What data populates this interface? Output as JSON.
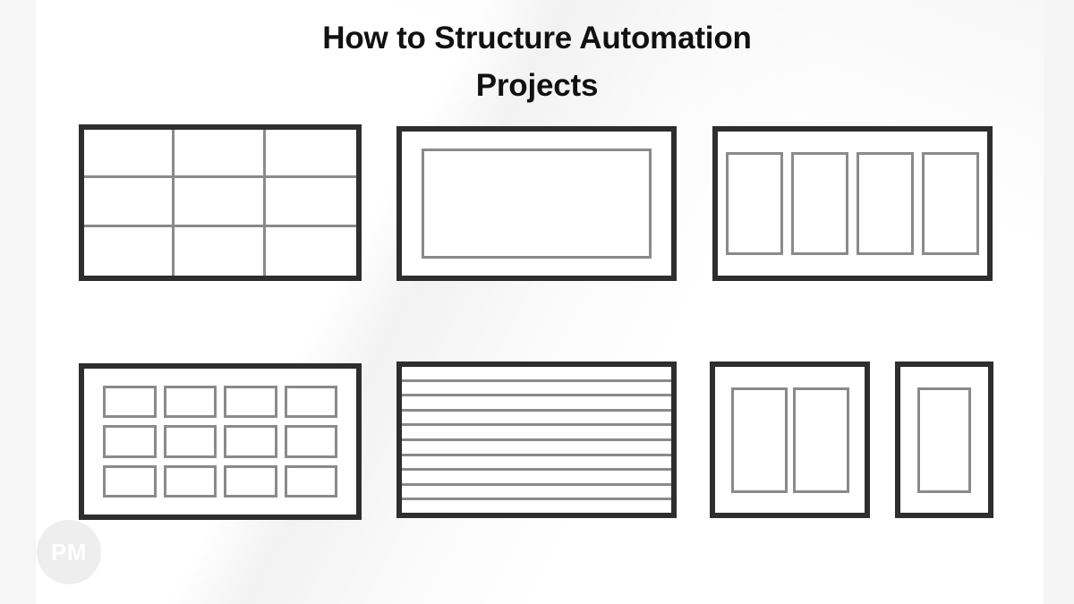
{
  "slide": {
    "title": "How to Structure Automation\nProjects",
    "background_color": "#ffffff",
    "edge_band_color": "#f6f6f6",
    "frame_border_color": "#2e2e2e",
    "inner_line_color": "#8a8a8a"
  },
  "watermark": {
    "label": "PM",
    "circle_color": "#eeeeee",
    "text_color": "#ffffff"
  },
  "layouts": [
    {
      "id": "grid-3x3",
      "name": "three-by-three-grid",
      "rows": 3,
      "columns": 3,
      "cells": 9,
      "style": "continuous-grid"
    },
    {
      "id": "single-panel",
      "name": "single-inset-panel",
      "rows": 1,
      "columns": 1,
      "cells": 1,
      "style": "inset-rectangle"
    },
    {
      "id": "columns-4",
      "name": "four-column-layout",
      "rows": 1,
      "columns": 4,
      "cells": 4,
      "style": "vertical-columns"
    },
    {
      "id": "cards-3x4",
      "name": "twelve-card-grid",
      "rows": 3,
      "columns": 4,
      "cells": 12,
      "style": "separated-cards"
    },
    {
      "id": "stripes-10",
      "name": "horizontal-stripe-rows",
      "rows": 10,
      "columns": 1,
      "cells": 10,
      "style": "horizontal-bands"
    },
    {
      "id": "columns-2",
      "name": "two-column-layout",
      "rows": 1,
      "columns": 2,
      "cells": 2,
      "style": "vertical-columns"
    },
    {
      "id": "columns-1",
      "name": "single-column-layout",
      "rows": 1,
      "columns": 1,
      "cells": 1,
      "style": "vertical-columns"
    }
  ]
}
